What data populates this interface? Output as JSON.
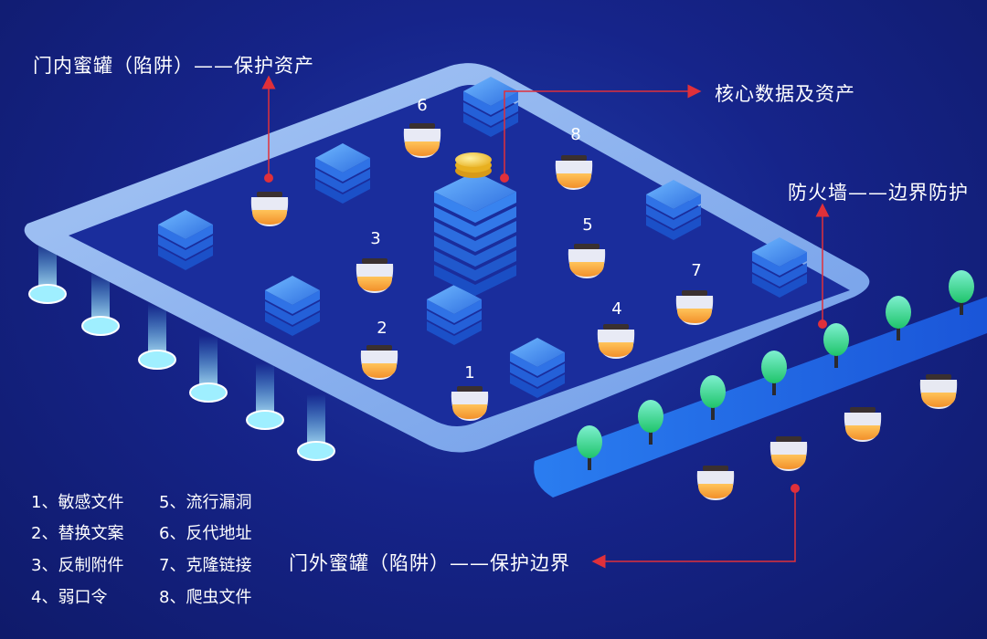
{
  "labels": {
    "inner_honeypot": "门内蜜罐（陷阱）——保护资产",
    "core_data": "核心数据及资产",
    "firewall": "防火墙——边界防护",
    "outer_honeypot": "门外蜜罐（陷阱）——保护边界"
  },
  "jar_numbers": [
    "1",
    "2",
    "3",
    "4",
    "5",
    "6",
    "7",
    "8"
  ],
  "legend": [
    "1、敏感文件",
    "2、替换文案",
    "3、反制附件",
    "4、弱口令",
    "5、流行漏洞",
    "6、反代地址",
    "7、克隆链接",
    "8、爬虫文件"
  ],
  "colors": {
    "background": "#16248a",
    "platform": "#1a2d9c",
    "wall": "#8fb6f0",
    "server": "#3a8cf0",
    "jar_fill": "#f6a83a",
    "tree": "#3ee08a",
    "arrow": "#e0303a"
  }
}
